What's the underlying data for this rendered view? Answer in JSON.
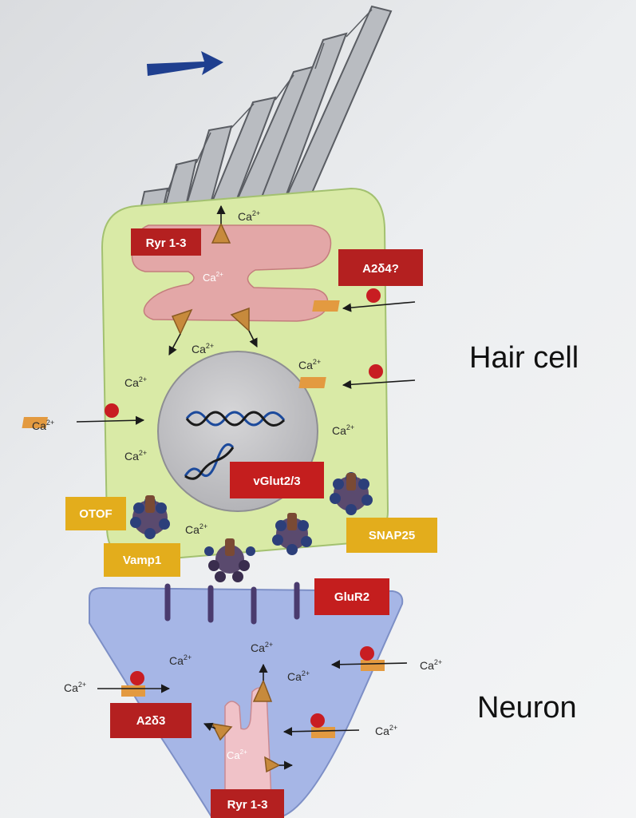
{
  "labels": {
    "hair_cell": "Hair cell",
    "neuron": "Neuron",
    "ryr_top": "Ryr 1-3",
    "a2d4": "A2δ4?",
    "vglut": "vGlut2/3",
    "otof": "OTOF",
    "snap25": "SNAP25",
    "vamp1": "Vamp1",
    "glur2": "GluR2",
    "a2d3": "A2δ3",
    "ryr_bottom": "Ryr 1-3",
    "ca": "Ca",
    "ca_sup": "2+"
  },
  "colors": {
    "hair_cell_fill": "#d9eaa6",
    "neuron_fill": "#a6b6e6",
    "er_fill": "#e3a7a7",
    "label_red": "#b42020",
    "label_gold": "#e3ad1c",
    "arrow_blue": "#1f3f8f"
  }
}
